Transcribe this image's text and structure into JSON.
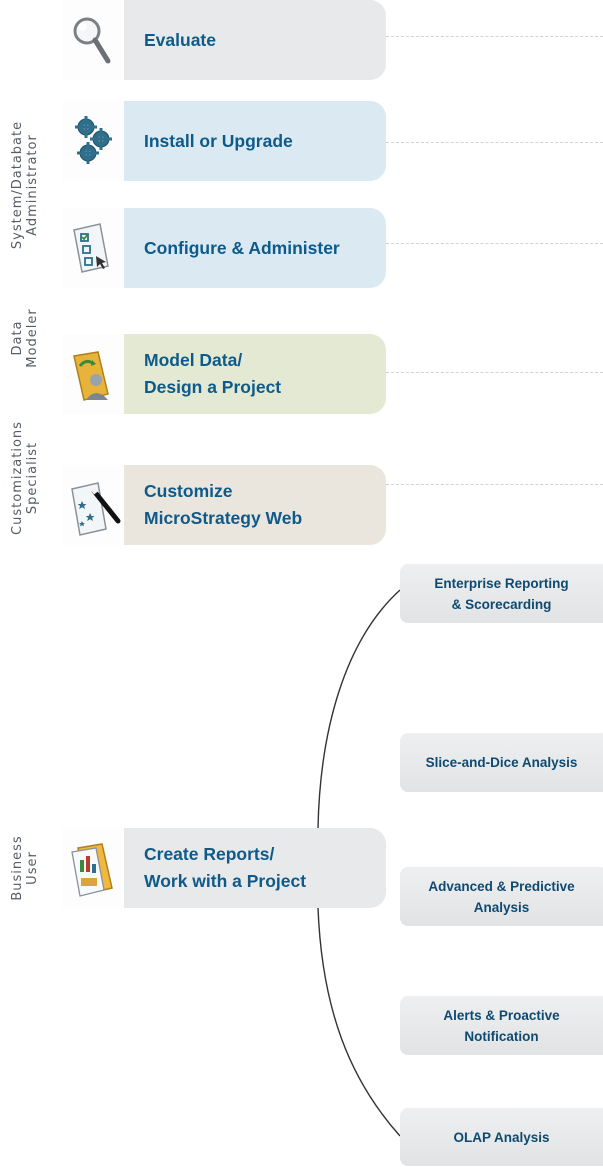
{
  "roles": [
    {
      "id": "sysadmin",
      "lines": [
        "System/Databate",
        "Administrator"
      ]
    },
    {
      "id": "data-modeler",
      "lines": [
        "Data",
        "Modeler"
      ]
    },
    {
      "id": "customization",
      "lines": [
        "Customizations",
        "Specialist"
      ]
    },
    {
      "id": "business-user",
      "lines": [
        "Business",
        "User"
      ]
    }
  ],
  "tasks": [
    {
      "id": "evaluate",
      "lines": [
        "Evaluate"
      ],
      "icon": "magnifier-icon",
      "color": "#e8e9ea"
    },
    {
      "id": "install",
      "lines": [
        "Install or Upgrade"
      ],
      "icon": "gears-icon",
      "color": "#dbe9f2"
    },
    {
      "id": "configure",
      "lines": [
        "Configure & Administer"
      ],
      "icon": "settings-document-icon",
      "color": "#dbe9f2"
    },
    {
      "id": "model-data",
      "lines": [
        "Model Data/",
        "Design a Project"
      ],
      "icon": "project-folder-icon",
      "color": "#e3e9d3"
    },
    {
      "id": "customize-web",
      "lines": [
        "Customize",
        "MicroStrategy Web"
      ],
      "icon": "magic-wand-document-icon",
      "color": "#ebe6dd"
    },
    {
      "id": "create-reports",
      "lines": [
        "Create Reports/",
        "Work with a Project"
      ],
      "icon": "reports-folder-icon",
      "color": "#e8e9ea"
    }
  ],
  "subtasks": [
    {
      "id": "enterprise-reporting",
      "lines": [
        "Enterprise Reporting",
        "& Scorecarding"
      ]
    },
    {
      "id": "slice-dice",
      "lines": [
        "Slice-and-Dice Analysis"
      ]
    },
    {
      "id": "advanced-predictive",
      "lines": [
        "Advanced & Predictive",
        "Analysis"
      ]
    },
    {
      "id": "alerts",
      "lines": [
        "Alerts & Proactive",
        "Notification"
      ]
    },
    {
      "id": "olap",
      "lines": [
        "OLAP Analysis"
      ]
    }
  ]
}
